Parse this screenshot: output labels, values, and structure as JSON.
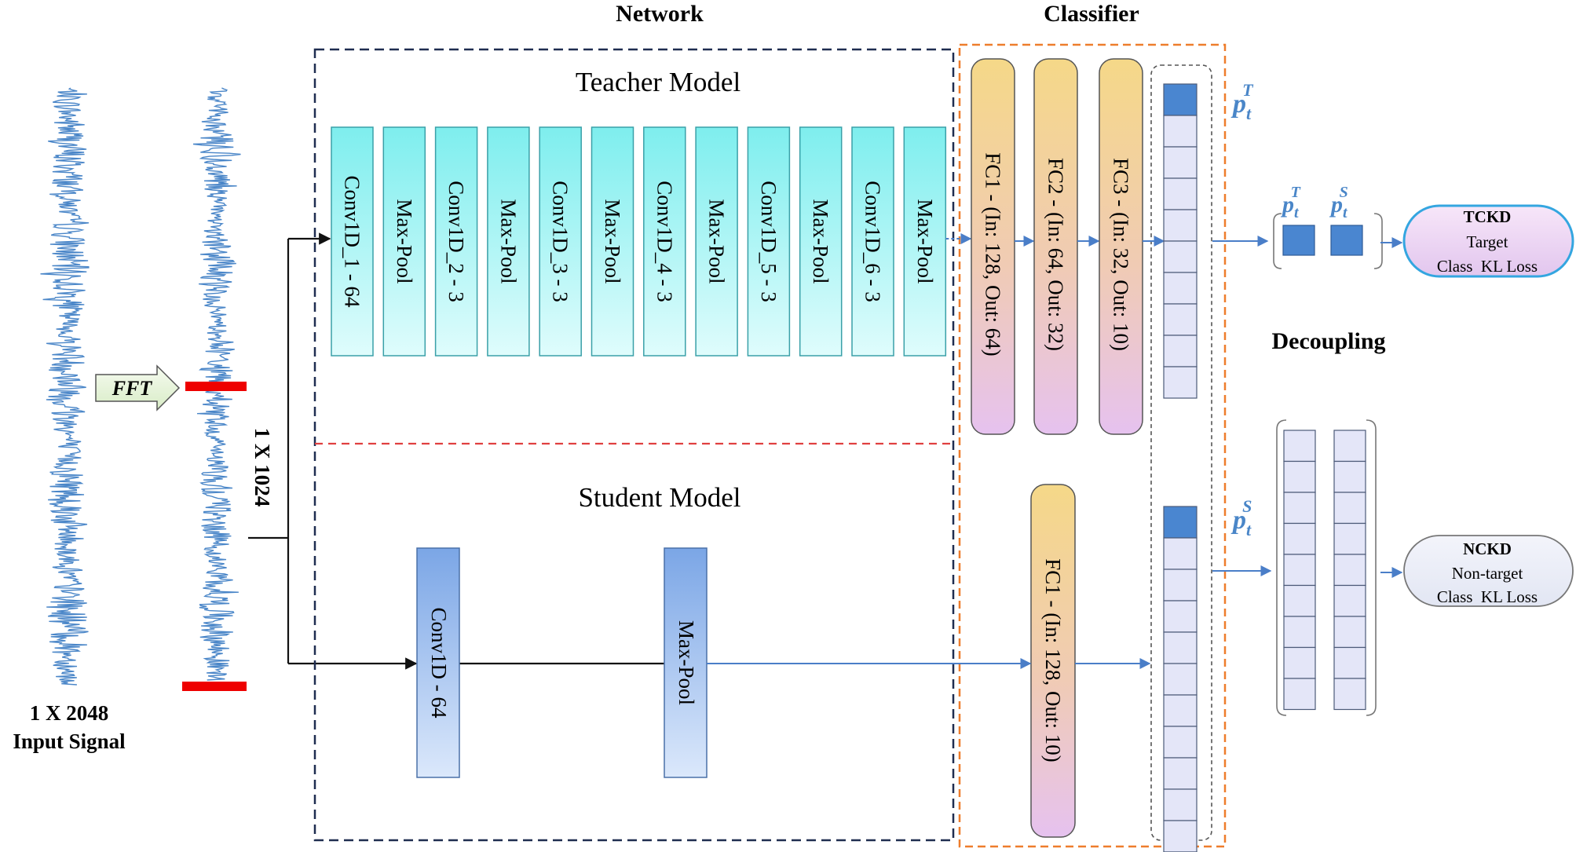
{
  "headers": {
    "network": "Network",
    "classifier": "Classifier"
  },
  "input": {
    "size_label": "1 X 2048",
    "name_label": "Input Signal",
    "fft_label": "FFT",
    "fft_size_label": "1 X 1024"
  },
  "teacher": {
    "title": "Teacher Model",
    "layers": [
      "Conv1D_1 - 64",
      "Max-Pool",
      "Conv1D_2 - 3",
      "Max-Pool",
      "Conv1D_3 - 3",
      "Max-Pool",
      "Conv1D_4 - 3",
      "Max-Pool",
      "Conv1D_5 - 3",
      "Max-Pool",
      "Conv1D_6 - 3",
      "Max-Pool"
    ],
    "fc_layers": [
      "FC1 - (In: 128, Out: 64)",
      "FC2 - (In: 64, Out: 32)",
      "FC3 - (In: 32, Out: 10)"
    ]
  },
  "student": {
    "title": "Student Model",
    "layers": [
      "Conv1D - 64",
      "Max-Pool"
    ],
    "fc_layers": [
      "FC1 - (In: 128, Out: 10)"
    ]
  },
  "probabilities": {
    "teacher": {
      "base": "p",
      "sub": "t",
      "sup": "T"
    },
    "student": {
      "base": "p",
      "sub": "t",
      "sup": "S"
    }
  },
  "decoupling_label": "Decoupling",
  "losses": {
    "tckd": {
      "title": "TCKD",
      "line1": "Target",
      "line2": "Class  KL Loss"
    },
    "nckd": {
      "title": "NCKD",
      "line1": "Non-target",
      "line2": "Class  KL Loss"
    }
  },
  "colors": {
    "conv_teacher": "#8ff0f0",
    "conv_student": "#7fa8e8",
    "fc_top": "#f3d78a",
    "fc_bottom": "#e7c3ee",
    "accent_blue": "#4a7ec8",
    "network_border": "#1f2d50",
    "classifier_border": "#ee7d2c",
    "divider_red": "#e04040",
    "fft_marker": "#ee0000",
    "loss_border": "#34a6e0"
  }
}
